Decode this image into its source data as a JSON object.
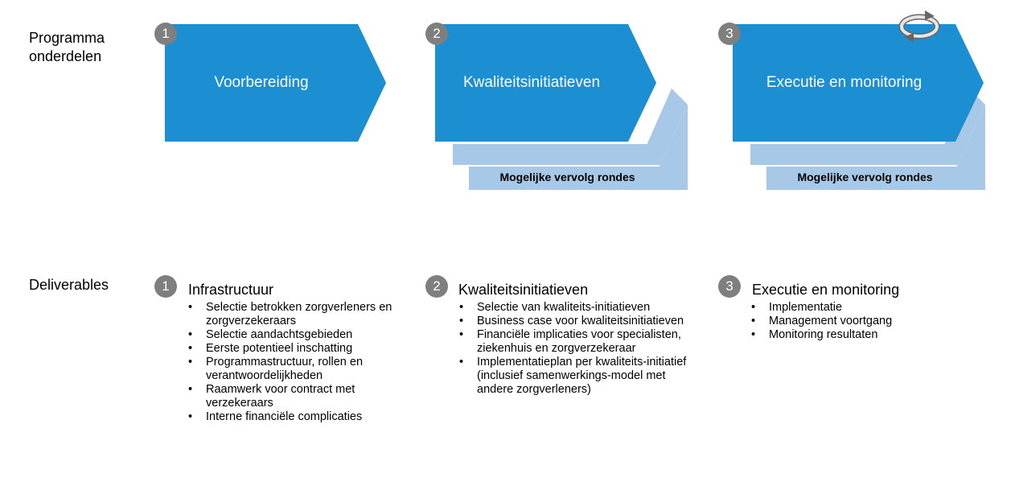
{
  "labels": {
    "programma": "Programma\nonderdelen",
    "deliverables": "Deliverables"
  },
  "phases": [
    {
      "number": "1",
      "title": "Voorbereiding"
    },
    {
      "number": "2",
      "title": "Kwaliteitsinitiatieven",
      "sub": "Mogelijke vervolg rondes"
    },
    {
      "number": "3",
      "title": "Executie en monitoring",
      "sub": "Mogelijke vervolg rondes"
    }
  ],
  "deliverables": [
    {
      "number": "1",
      "title": "Infrastructuur",
      "items": [
        "Selectie betrokken zorgverleners en zorgverzekeraars",
        "Selectie aandachtsgebieden",
        "Eerste potentieel inschatting",
        "Programmastructuur, rollen en verantwoordelijkheden",
        "Raamwerk voor contract met verzekeraars",
        "Interne financiële complicaties"
      ]
    },
    {
      "number": "2",
      "title": "Kwaliteitsinitiatieven",
      "items": [
        "Selectie van kwaliteits-initiatieven",
        "Business case  voor kwaliteitsinitiatieven",
        "Financiële implicaties voor specialisten, ziekenhuis en zorgverzekeraar",
        "Implementatieplan per kwaliteits-initiatief (inclusief samenwerkings-model met andere zorgverleners)"
      ]
    },
    {
      "number": "3",
      "title": "Executie en monitoring",
      "items": [
        "Implementatie",
        "Management voortgang",
        "Monitoring resultaten"
      ]
    }
  ],
  "colors": {
    "chevron": "#1b8fd2",
    "chevron_stack": "#a8c8e8",
    "badge": "#7f7f7f"
  },
  "icons": [
    "cycle-arrows-icon"
  ]
}
